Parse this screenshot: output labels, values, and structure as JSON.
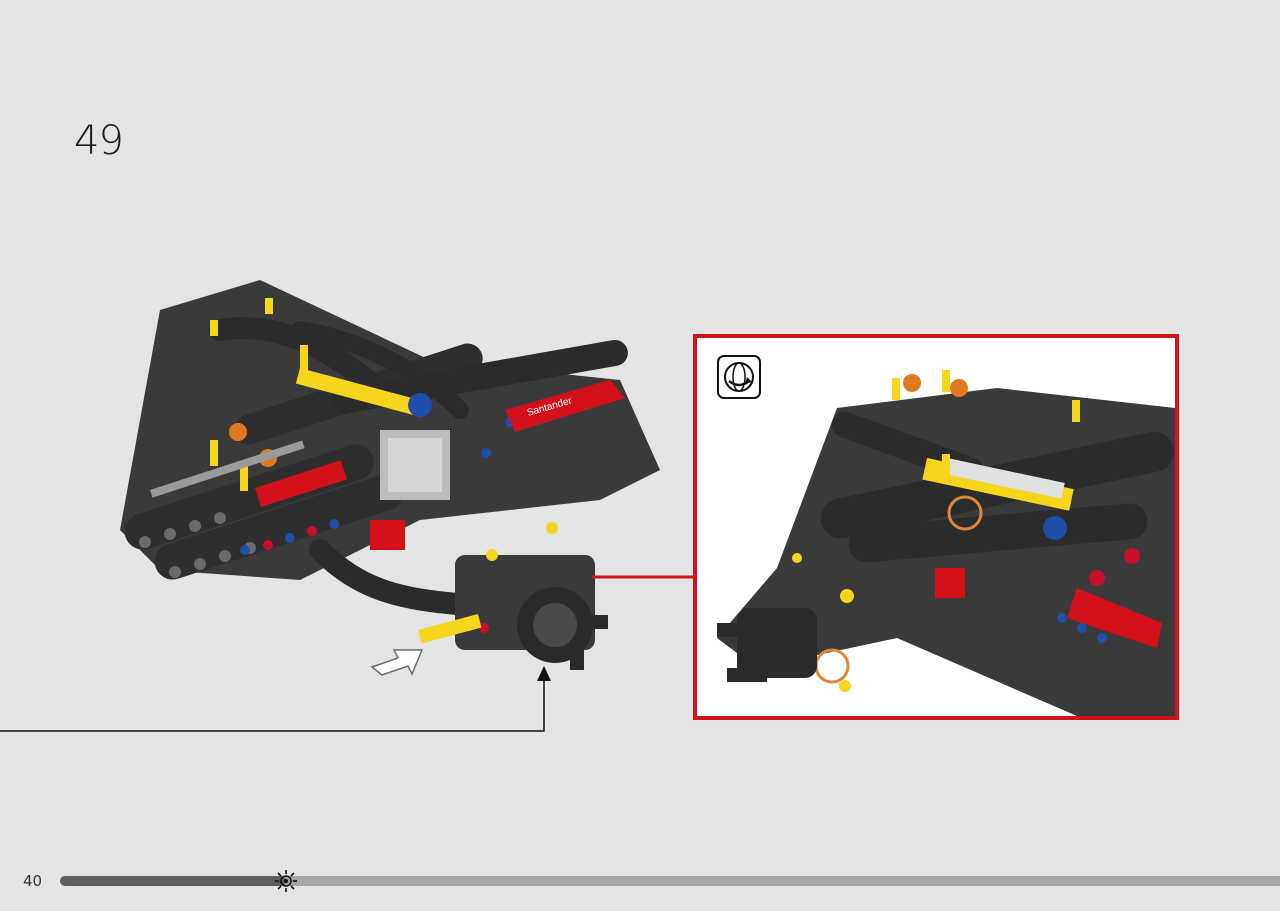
{
  "step": {
    "number": "49"
  },
  "page": {
    "number": "40"
  },
  "progress": {
    "fraction": 0.185
  },
  "colors": {
    "callout_border": "#d4111a",
    "connector_line": "#d4111a",
    "page_bg": "#e4e4e4",
    "progress_track": "#a9a5a2",
    "progress_fill": "#5f5f5f"
  },
  "icons": {
    "rotate": "rotate-model-icon",
    "insert_arrow": "push-arrow-icon",
    "progress_marker": "gear-icon"
  },
  "sticker_text": "Santander"
}
